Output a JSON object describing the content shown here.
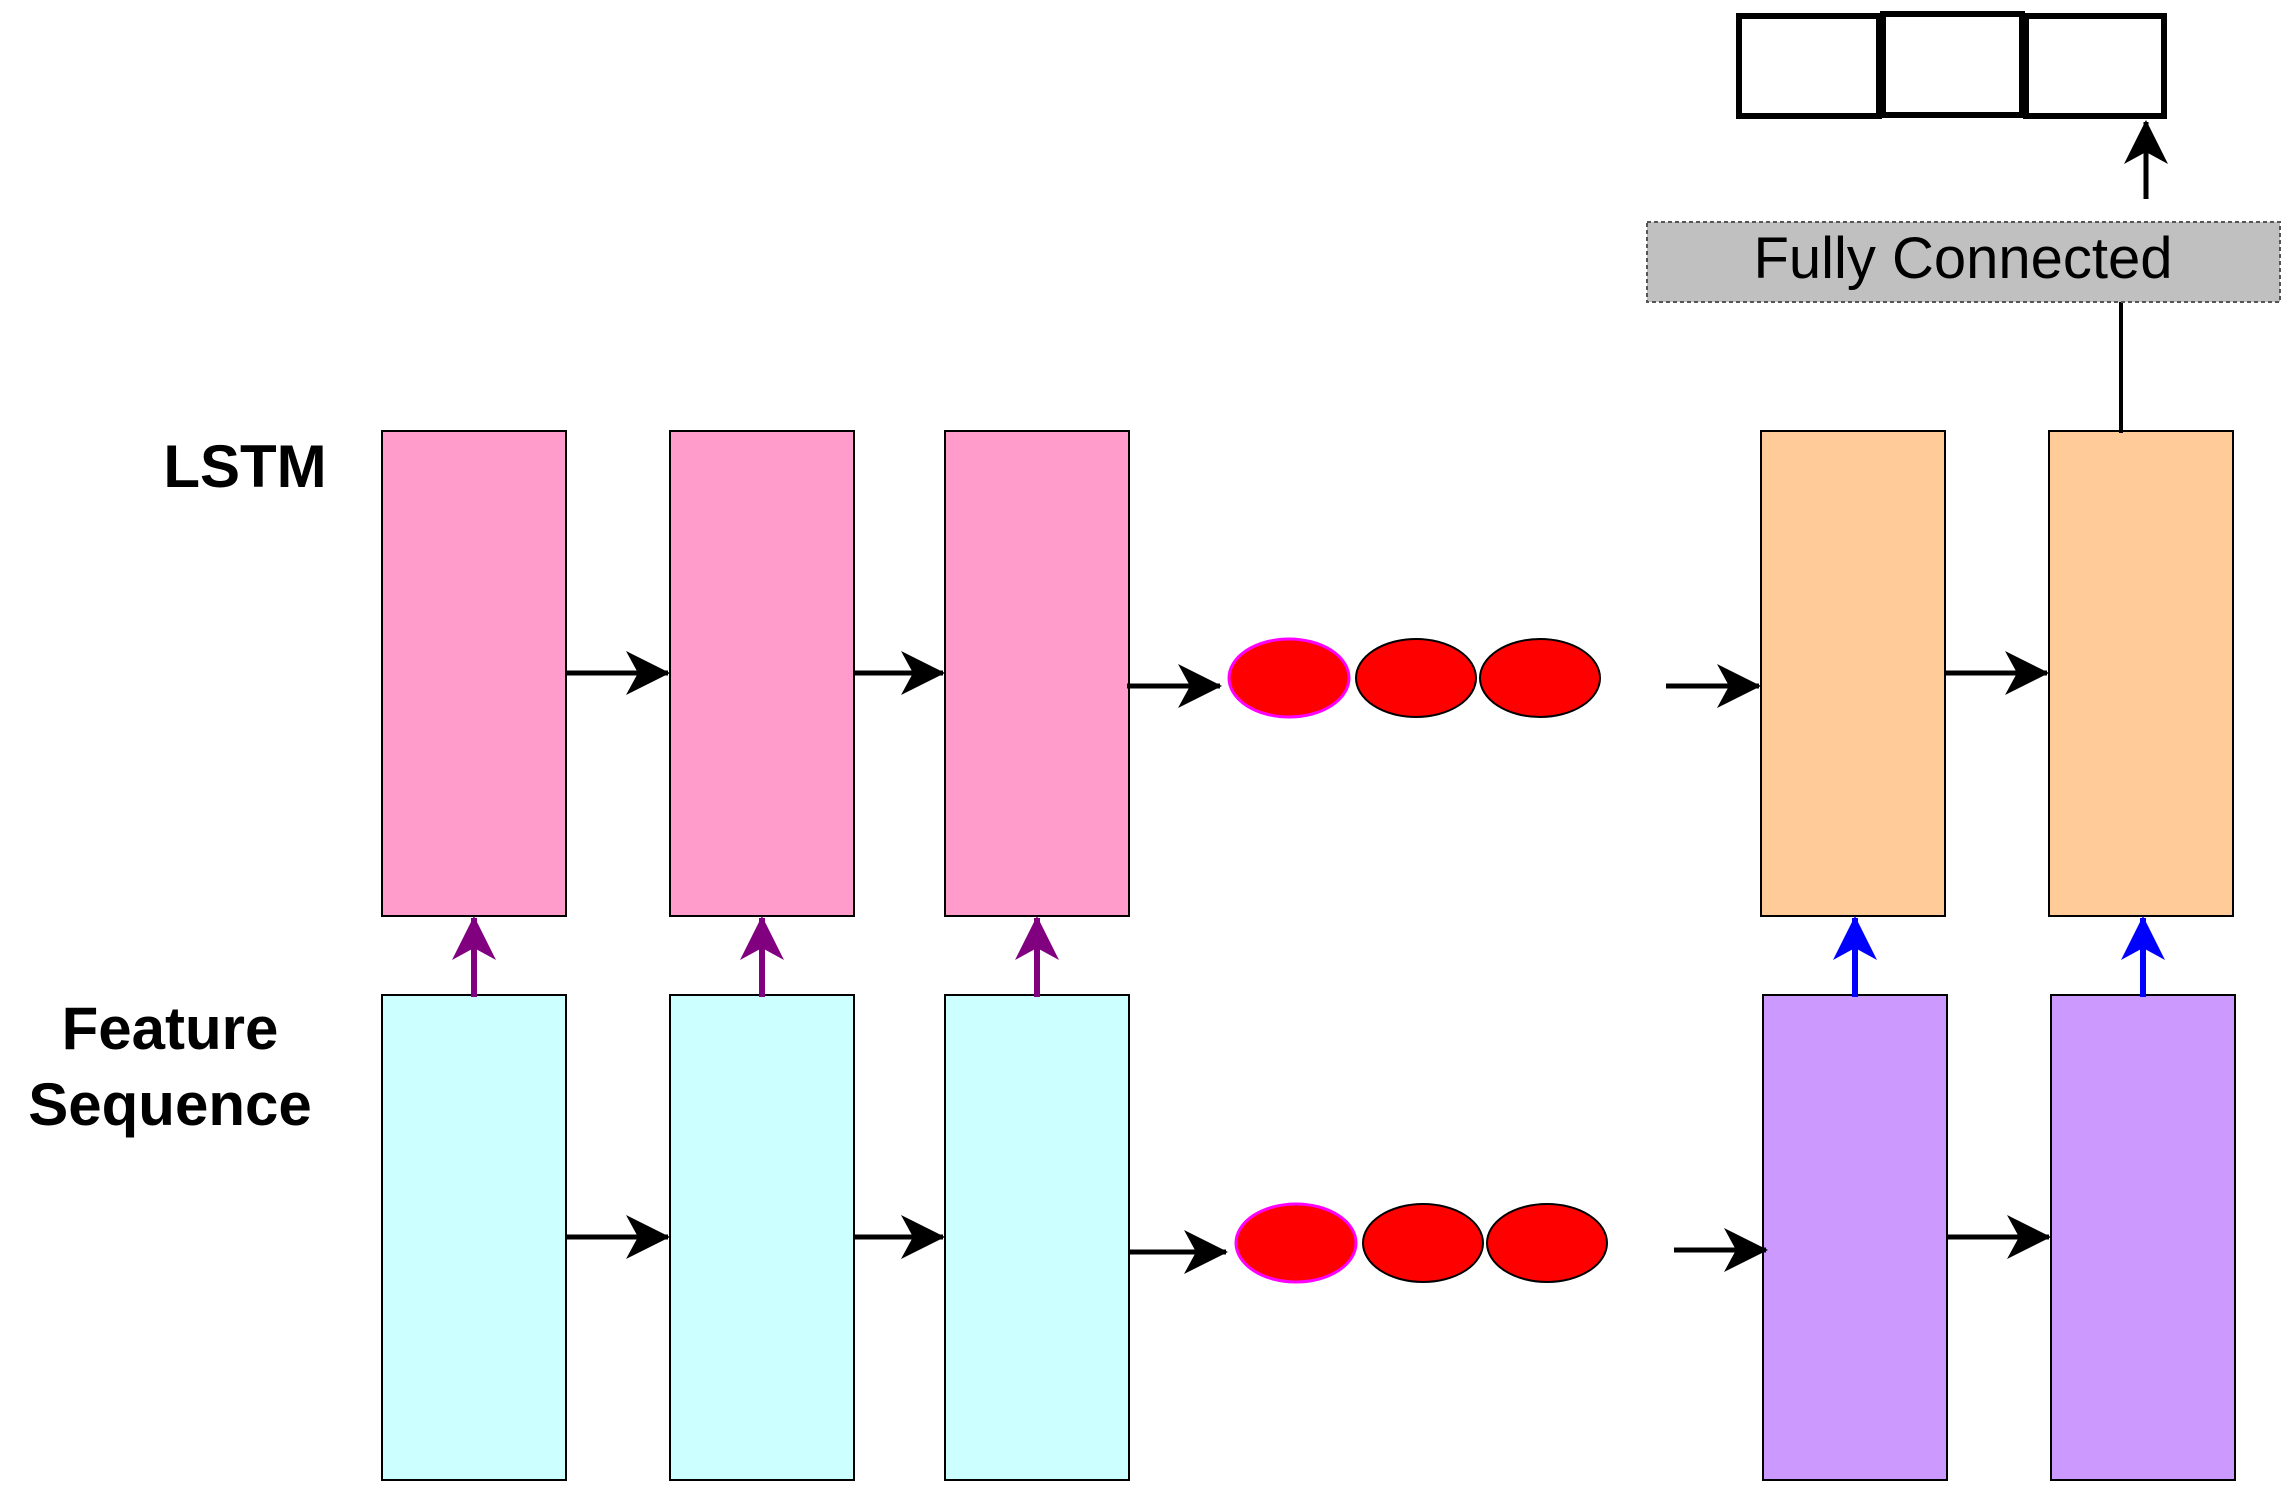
{
  "labels": {
    "lstm": "LSTM",
    "feature_line1": "Feature",
    "feature_line2": "Sequence",
    "fully_connected": "Fully Connected"
  },
  "colors": {
    "lstm_cell": "#ff9ccc",
    "lstm_cell_last": "#ffcc99",
    "feature_cell": "#ccffff",
    "feature_cell_last": "#cc99ff",
    "ellipsis_dot": "#ff0000",
    "ellipsis_dot_first_stroke": "#ff00ff",
    "up_arrow": "#800080",
    "up_arrow_last": "#0000ff",
    "fc_box": "#c0c0c0",
    "stroke": "#000000"
  },
  "icons": {
    "ellipsis": "red-dot-icon",
    "arrow": "arrow-icon"
  }
}
